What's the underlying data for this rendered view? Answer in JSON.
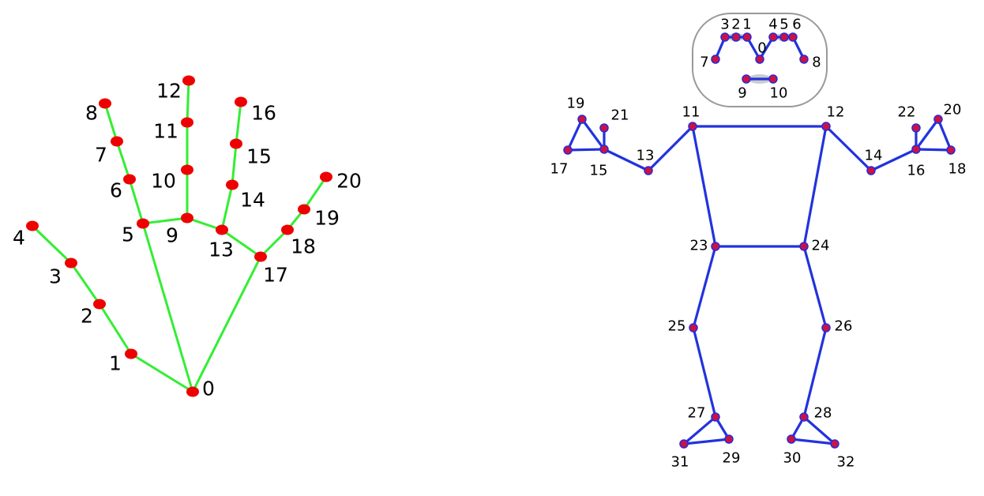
{
  "colors": {
    "hand_bone": "#33ee33",
    "hand_joint": "#ee0000",
    "pose_bone": "#2233dd",
    "pose_joint_fill": "#cc1144",
    "pose_joint_stroke": "#2a2ad8",
    "face_outline": "#999999",
    "face_feature": "#cccccc"
  },
  "hand": {
    "labels": [
      "0",
      "1",
      "2",
      "3",
      "4",
      "5",
      "6",
      "7",
      "8",
      "9",
      "10",
      "11",
      "12",
      "13",
      "14",
      "15",
      "16",
      "17",
      "18",
      "19",
      "20"
    ],
    "connections": [
      [
        0,
        1
      ],
      [
        1,
        2
      ],
      [
        2,
        3
      ],
      [
        3,
        4
      ],
      [
        0,
        5
      ],
      [
        5,
        6
      ],
      [
        6,
        7
      ],
      [
        7,
        8
      ],
      [
        5,
        9
      ],
      [
        9,
        10
      ],
      [
        10,
        11
      ],
      [
        11,
        12
      ],
      [
        9,
        13
      ],
      [
        13,
        14
      ],
      [
        14,
        15
      ],
      [
        15,
        16
      ],
      [
        13,
        17
      ],
      [
        0,
        17
      ],
      [
        17,
        18
      ],
      [
        18,
        19
      ],
      [
        19,
        20
      ]
    ]
  },
  "pose": {
    "labels": [
      "0",
      "1",
      "2",
      "3",
      "4",
      "5",
      "6",
      "7",
      "8",
      "9",
      "10",
      "11",
      "12",
      "13",
      "14",
      "15",
      "16",
      "17",
      "18",
      "19",
      "20",
      "21",
      "22",
      "23",
      "24",
      "25",
      "26",
      "27",
      "28",
      "29",
      "30",
      "31",
      "32"
    ],
    "connections": [
      [
        0,
        4
      ],
      [
        4,
        5
      ],
      [
        5,
        6
      ],
      [
        6,
        8
      ],
      [
        0,
        1
      ],
      [
        1,
        2
      ],
      [
        2,
        3
      ],
      [
        3,
        7
      ],
      [
        9,
        10
      ],
      [
        11,
        12
      ],
      [
        11,
        13
      ],
      [
        13,
        15
      ],
      [
        15,
        17
      ],
      [
        15,
        19
      ],
      [
        17,
        19
      ],
      [
        15,
        21
      ],
      [
        12,
        14
      ],
      [
        14,
        16
      ],
      [
        16,
        18
      ],
      [
        16,
        20
      ],
      [
        18,
        20
      ],
      [
        16,
        22
      ],
      [
        11,
        23
      ],
      [
        12,
        24
      ],
      [
        23,
        24
      ],
      [
        23,
        25
      ],
      [
        25,
        27
      ],
      [
        27,
        29
      ],
      [
        27,
        31
      ],
      [
        29,
        31
      ],
      [
        24,
        26
      ],
      [
        26,
        28
      ],
      [
        28,
        30
      ],
      [
        28,
        32
      ],
      [
        30,
        32
      ]
    ]
  }
}
